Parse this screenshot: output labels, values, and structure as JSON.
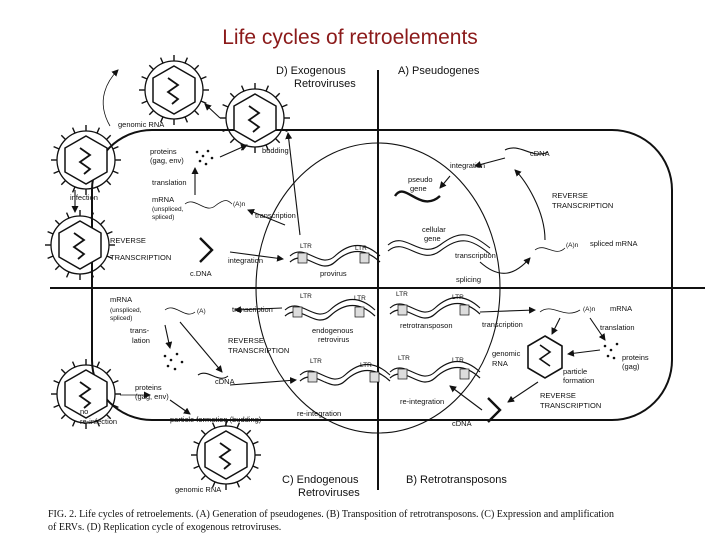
{
  "slide": {
    "title": "Life cycles of retroelements"
  },
  "quadrants": {
    "d": "D) Exogenous",
    "d2": "Retroviruses",
    "a": "A) Pseudogenes",
    "c": "C) Endogenous",
    "c2": "Retroviruses",
    "b": "B) Retrotransposons"
  },
  "labels": {
    "genomic_rna_top": "genomic RNA",
    "budding": "budding",
    "proteins": "proteins",
    "gag_env": "(gag, env)",
    "translation_d": "translation",
    "infection": "infection",
    "mrna_d": "mRNA",
    "unspliced_d": "(unspliced,",
    "spliced_d": "spliced)",
    "polya_d": "(A)n",
    "transcription_d": "transcription",
    "reverse_d": "REVERSE",
    "transcription_rt_d": "TRANSCRIPTION",
    "cdna_d": "c.DNA",
    "integration_d": "integration",
    "ltr1": "LTR",
    "ltr2": "LTR",
    "provirus": "provirus",
    "cdna_a": "cDNA",
    "integration_a": "integration",
    "pseudo": "pseudo",
    "gene": "gene",
    "reverse_a": "REVERSE",
    "transcription_rt_a": "TRANSCRIPTION",
    "cellular": "cellular",
    "cellular_gene": "gene",
    "transcription_a": "transcription",
    "polya_a": "(A)n",
    "spliced_mrna": "spliced mRNA",
    "splicing": "splicing",
    "mrna_c": "mRNA",
    "unspliced_c": "(unspliced,",
    "spliced_c": "spliced)",
    "polya_c": "(A)",
    "transcription_c": "transcription",
    "trans": "trans-",
    "lation": "lation",
    "ltr3": "LTR",
    "ltr4": "LTR",
    "endogenous": "endogenous",
    "retrovirus": "retrovirus",
    "reverse_c": "REVERSE",
    "transcription_rt_c": "TRANSCRIPTION",
    "ltr5": "LTR",
    "ltr6": "LTR",
    "proteins_c": "proteins",
    "gag_env_c": "(gag, env)",
    "cdna_c": "cDNA",
    "no": "no",
    "reinfection": "re-infection",
    "particle_c": "particle formation (budding)",
    "reintegration_c": "re-integration",
    "genomic_rna_bottom": "genomic RNA",
    "ltr7": "LTR",
    "ltr8": "LTR",
    "retrotransposon": "retrotransposon",
    "transcription_b": "transcription",
    "polya_b": "(A)n",
    "mrna_b": "mRNA",
    "translation_b": "translation",
    "genomic": "genomic",
    "rna": "RNA",
    "proteins_b": "proteins",
    "gag_b": "(gag)",
    "particle": "particle",
    "formation": "formation",
    "ltr9": "LTR",
    "ltr10": "LTR",
    "reintegration_b": "re-integration",
    "reverse_b": "REVERSE",
    "transcription_rt_b": "TRANSCRIPTION",
    "cdna_b": "cDNA"
  },
  "caption": {
    "line1": "FIG. 2.  Life cycles of retroelements. (A) Generation of pseudogenes. (B) Transposition of retrotransposons. (C) Expression and amplification",
    "line2": "of ERVs. (D) Replication cycle of exogenous retroviruses."
  }
}
